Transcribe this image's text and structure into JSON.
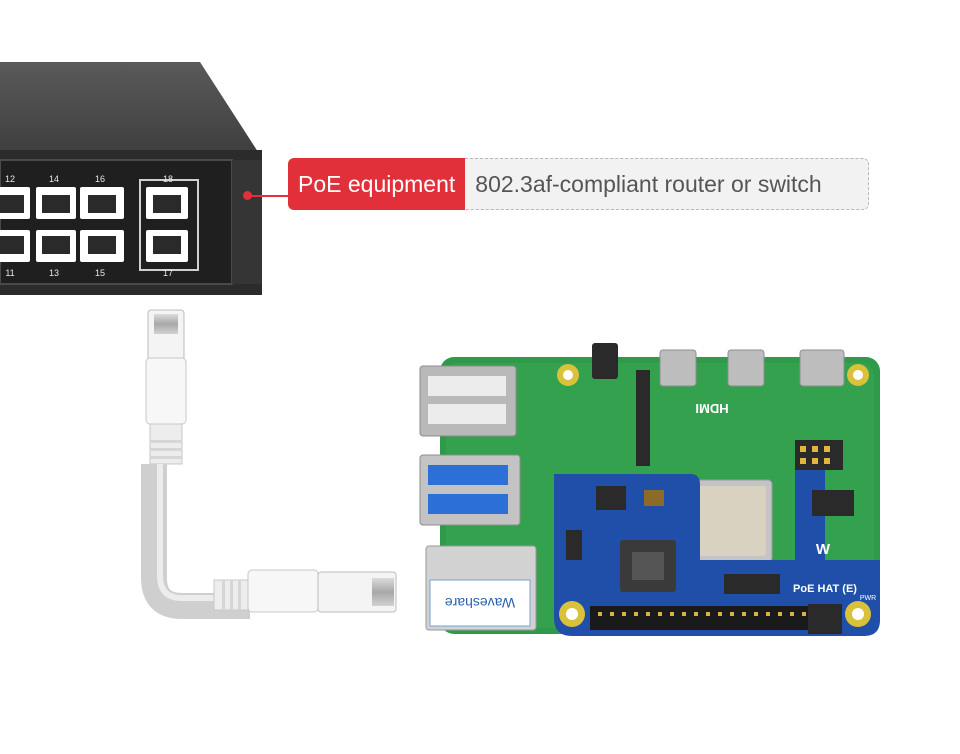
{
  "callout": {
    "label": "PoE equipment",
    "description": "802.3af-compliant router or switch"
  },
  "switch": {
    "ports_top": [
      "12",
      "14",
      "16",
      "18"
    ],
    "ports_bottom": [
      "11",
      "13",
      "15",
      "17"
    ]
  },
  "board": {
    "hat_name": "PoE HAT (E)",
    "brand": "Waveshare",
    "hdmi_label": "HDMI",
    "pwr_label": "PWR"
  },
  "colors": {
    "accent_red": "#e2303a",
    "switch_body": "#3a3a3a",
    "pcb_green": "#2f9a4a",
    "hat_blue": "#1f4fa8"
  }
}
